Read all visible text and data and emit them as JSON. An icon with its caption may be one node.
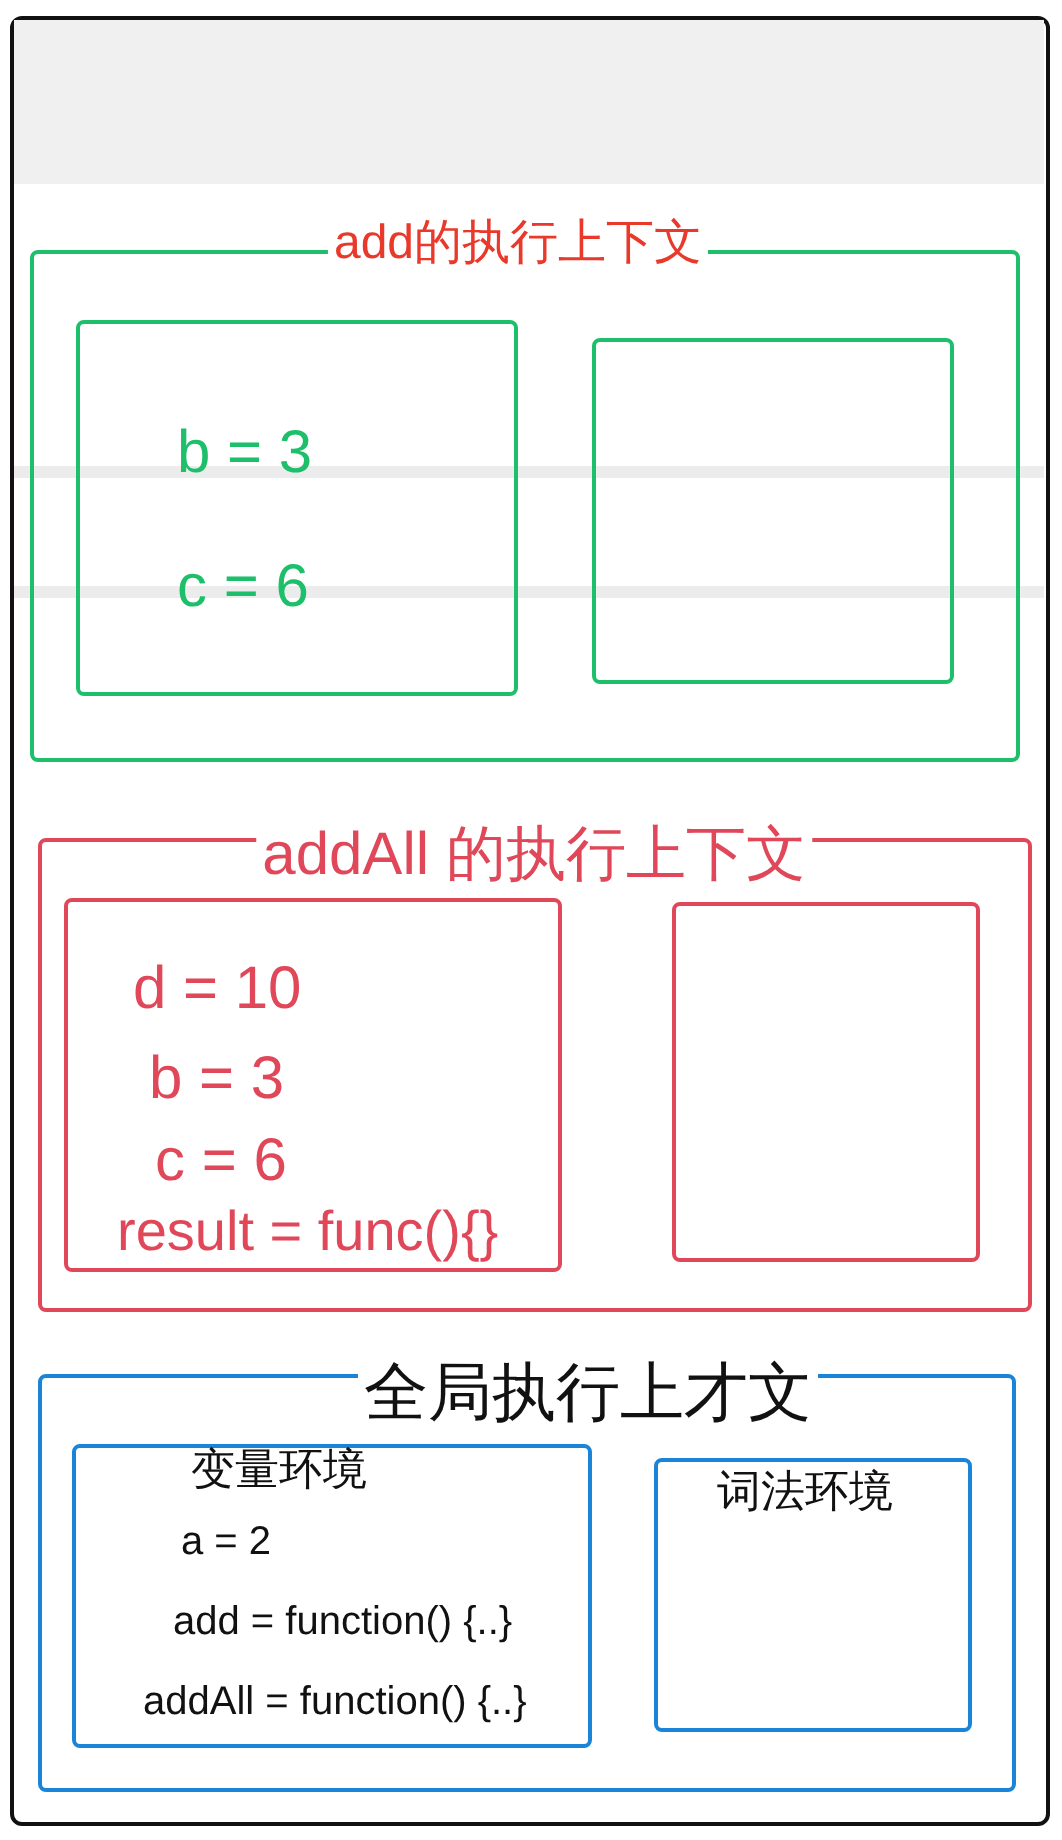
{
  "diagram": {
    "nodes": [
      {
        "text": [
          "add的执行上下文"
        ]
      },
      {
        "text": [
          "b = 3",
          "c = 6"
        ],
        "in": 0
      },
      {
        "text": [],
        "shape": "box",
        "in": 0
      },
      {
        "text": [
          "addAll 的执行上下文"
        ]
      },
      {
        "text": [
          "d = 10",
          "b = 3",
          "c = 6",
          "result = func(){}"
        ],
        "in": 3
      },
      {
        "text": [],
        "shape": "box",
        "in": 3
      },
      {
        "text": [
          "全局执行上才文"
        ]
      },
      {
        "text": [
          "变量环境",
          "a = 2",
          "add = function() {..}",
          "addAll = function() {..}"
        ],
        "in": 6
      },
      {
        "text": [
          "词法环境"
        ],
        "in": 6
      }
    ]
  }
}
